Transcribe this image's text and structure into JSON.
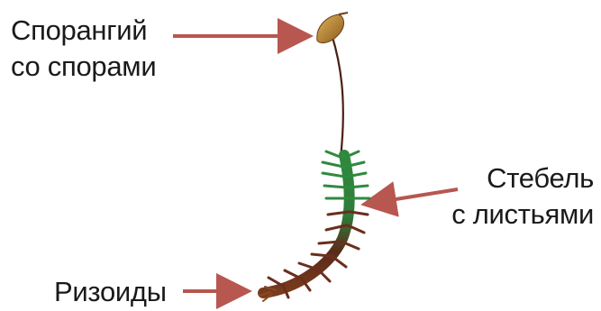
{
  "diagram": {
    "labels": {
      "sporangium": {
        "line1": "Спорангий",
        "line2": "со спорами"
      },
      "stem": {
        "line1": "Стебель",
        "line2": "с листьями"
      },
      "rhizoids": {
        "line1": "Ризоиды"
      }
    },
    "colors": {
      "arrow": "#b85650",
      "text": "#1a1a1a",
      "leaf_green": "#2f7a3a",
      "stalk_brown": "#5a2a1a",
      "capsule": "#b8862f"
    }
  }
}
